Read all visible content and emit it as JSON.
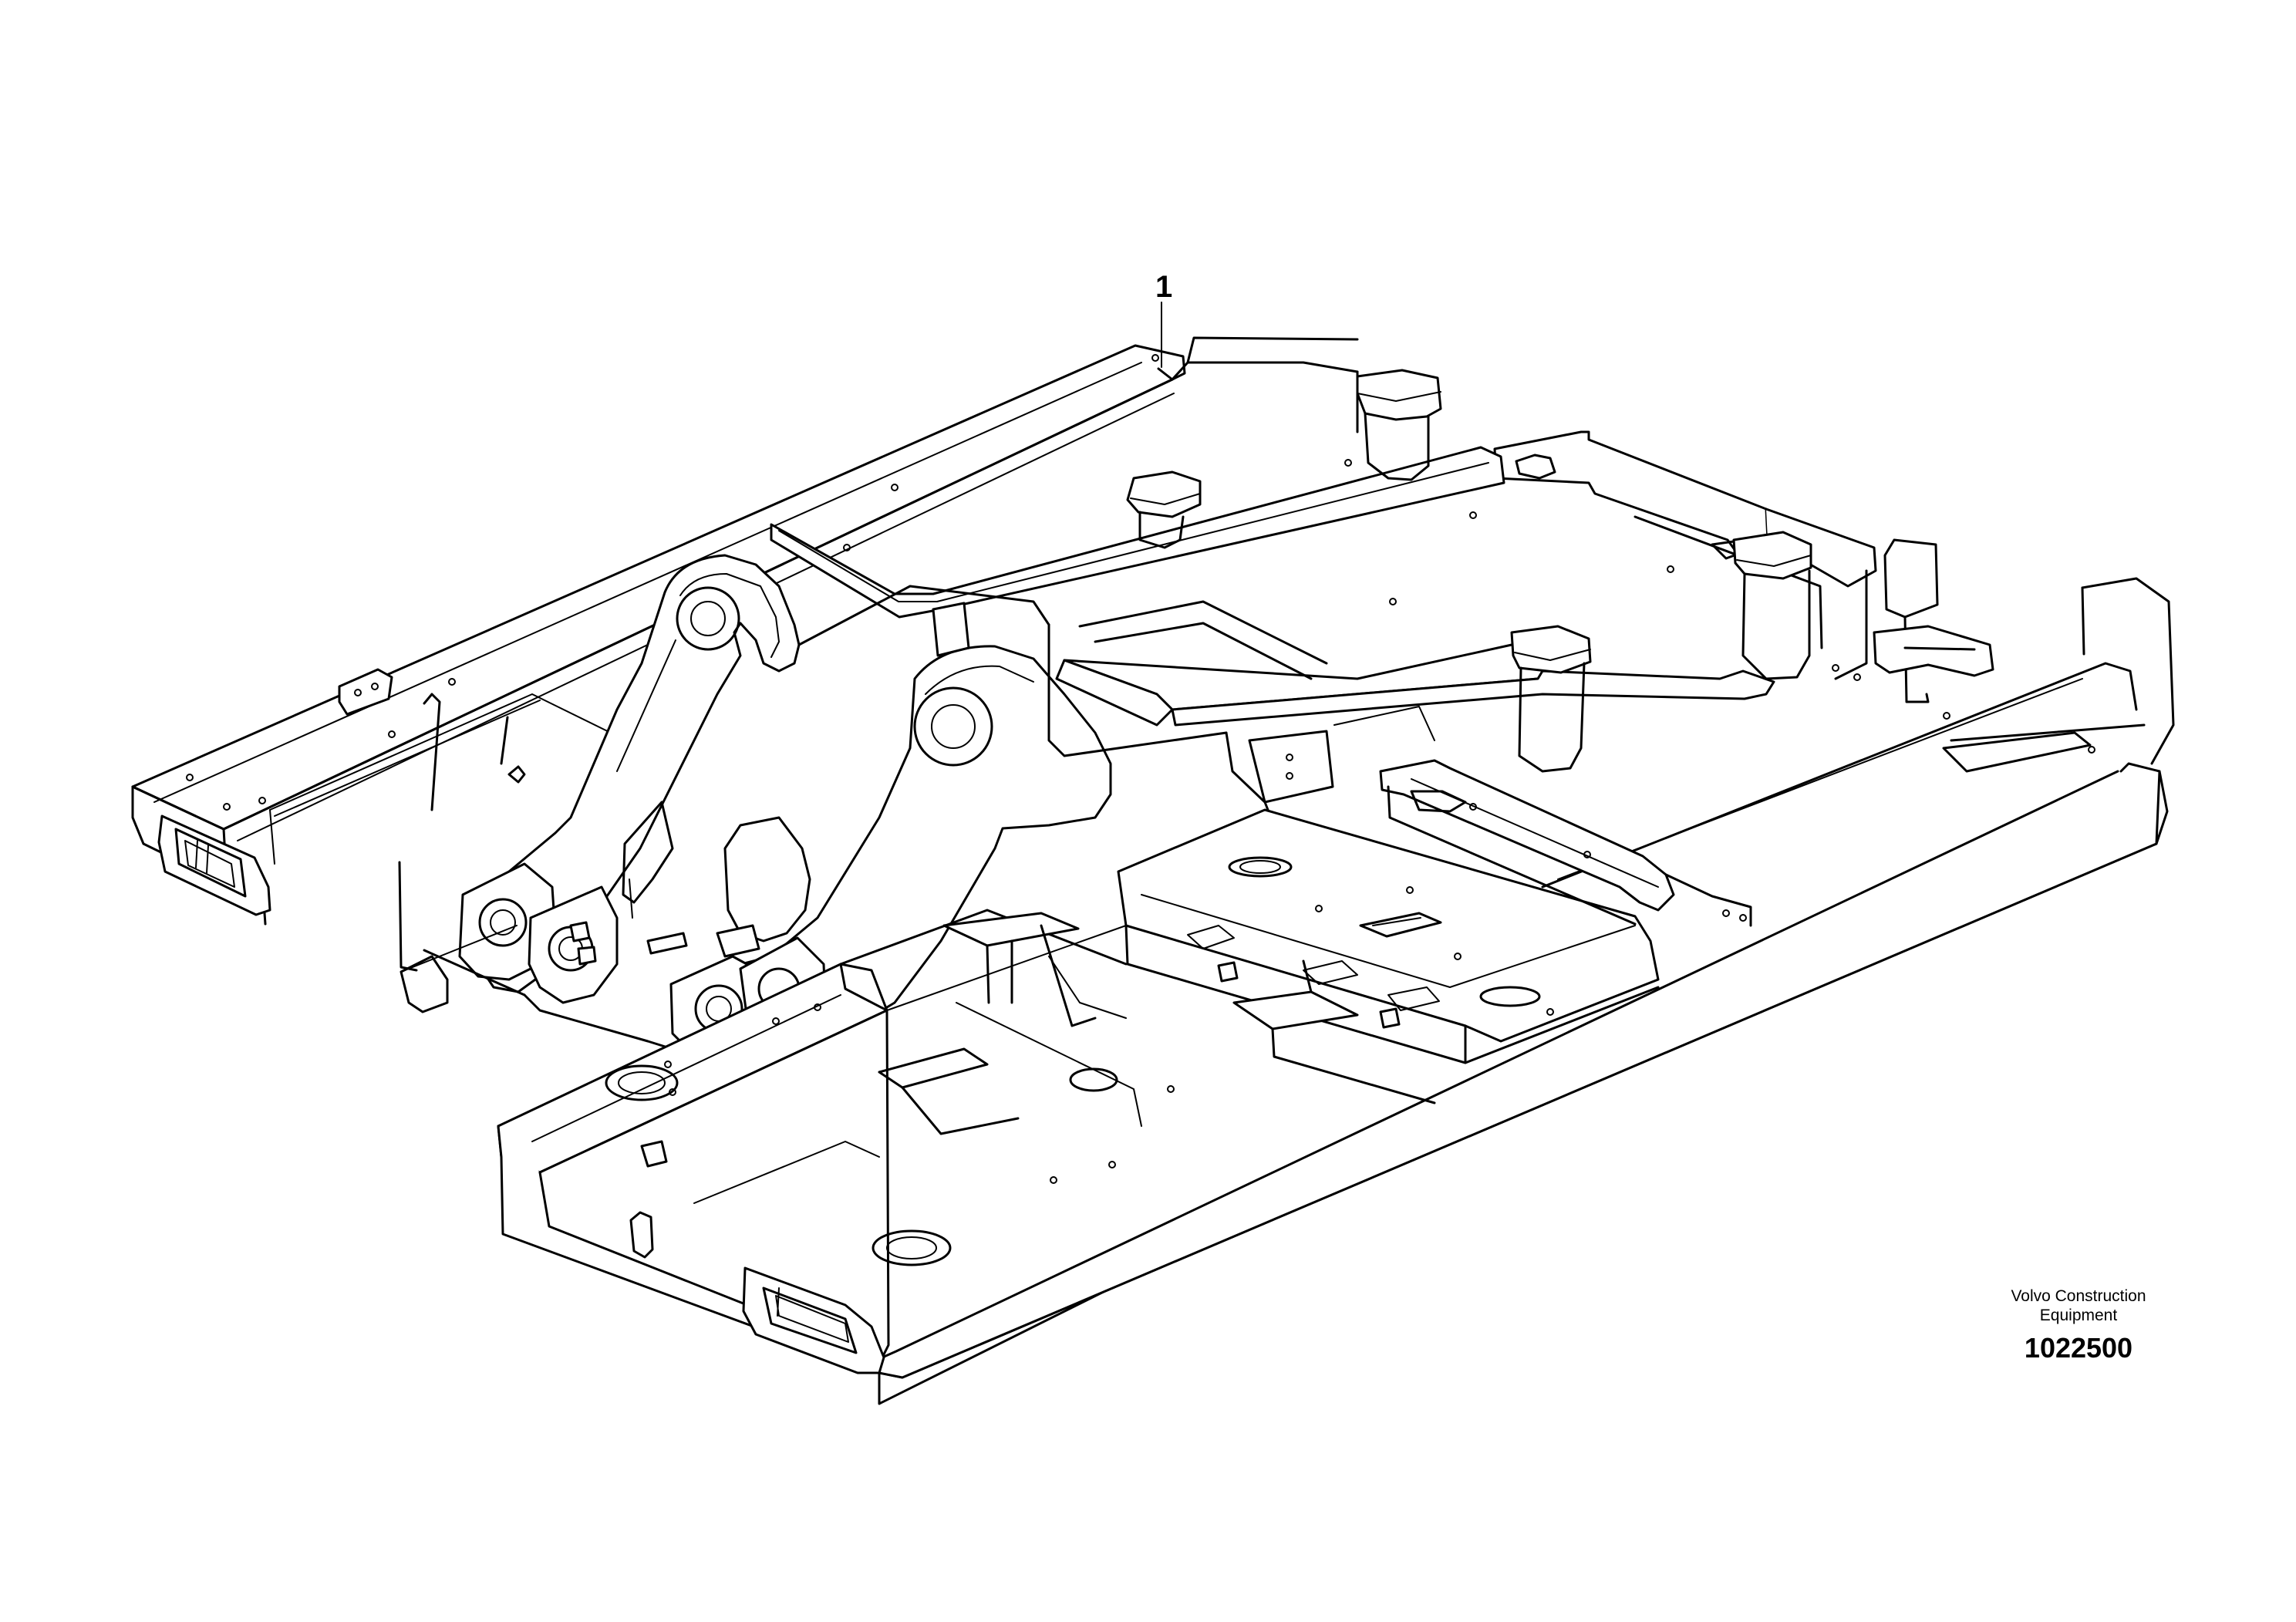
{
  "diagram": {
    "part_callouts": [
      {
        "label": "1"
      }
    ],
    "manufacturer_lines": [
      "Volvo Construction",
      "Equipment"
    ],
    "drawing_number": "1022500"
  }
}
